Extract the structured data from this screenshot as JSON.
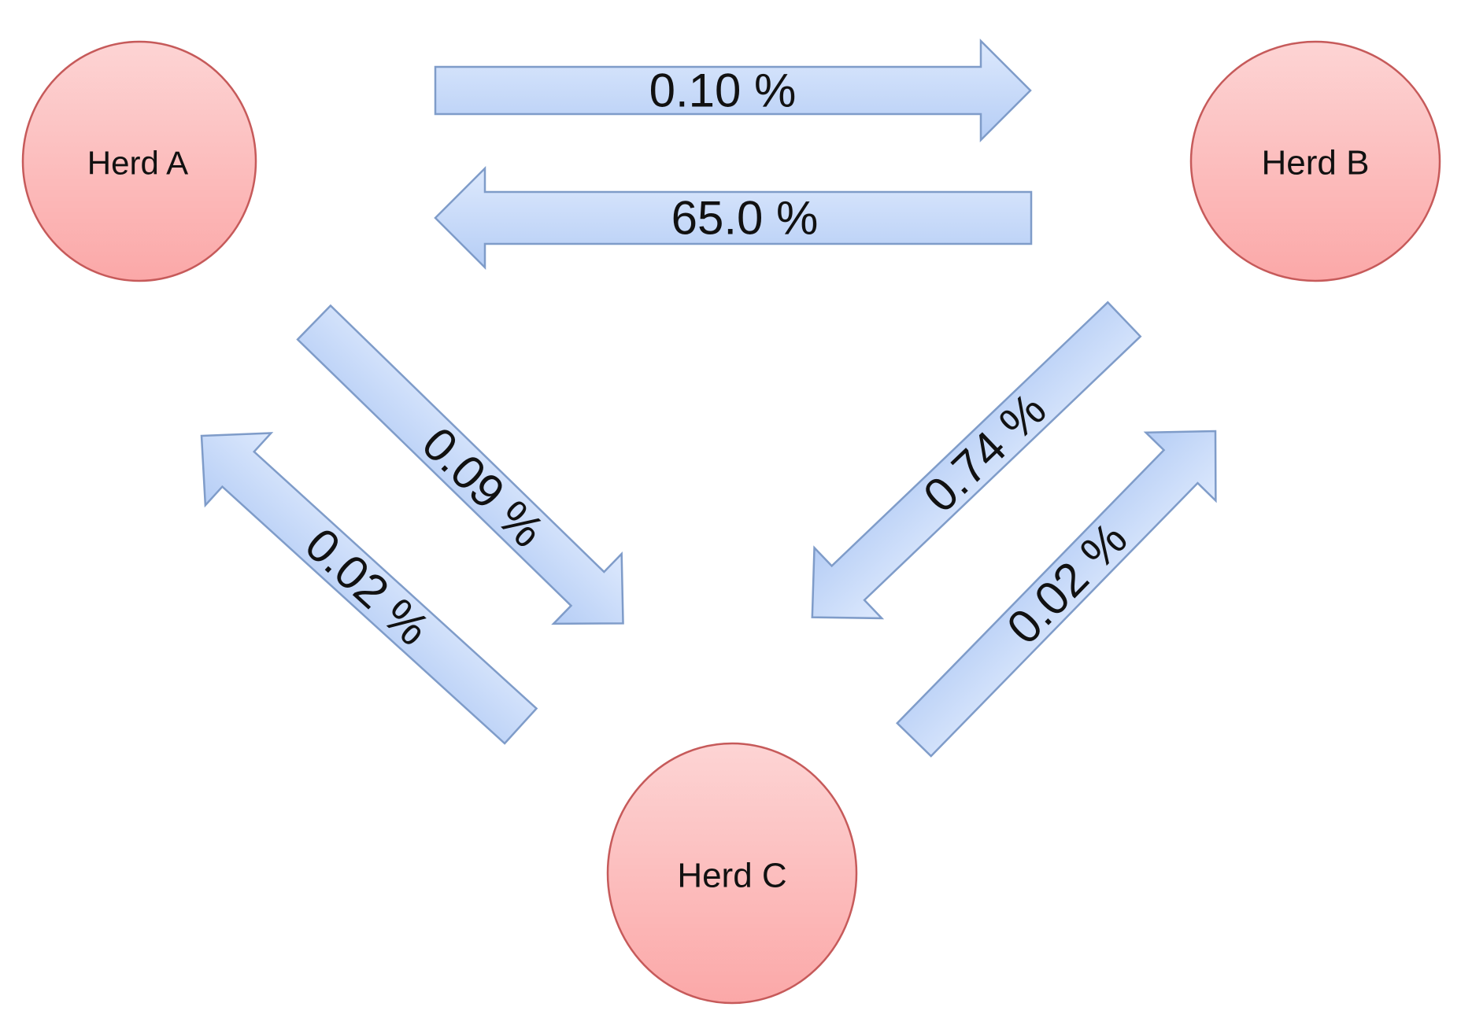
{
  "nodes": {
    "herd_a": {
      "label": "Herd A"
    },
    "herd_b": {
      "label": "Herd B"
    },
    "herd_c": {
      "label": "Herd C"
    }
  },
  "edges": [
    {
      "from": "Herd A",
      "to": "Herd B",
      "label": "0.10 %"
    },
    {
      "from": "Herd B",
      "to": "Herd A",
      "label": "65.0 %"
    },
    {
      "from": "Herd A",
      "to": "Herd C",
      "label": "0.09 %"
    },
    {
      "from": "Herd C",
      "to": "Herd A",
      "label": "0.02 %"
    },
    {
      "from": "Herd B",
      "to": "Herd C",
      "label": "0.74 %"
    },
    {
      "from": "Herd C",
      "to": "Herd B",
      "label": "0.02 %"
    }
  ],
  "colors": {
    "herd_fill_top": "#fdd4d4",
    "herd_fill_bottom": "#fba8a8",
    "herd_stroke": "#c65a5a",
    "arrow_fill_light": "#dde9fd",
    "arrow_fill_dark": "#b5cdf5",
    "arrow_stroke": "#7f9cc9"
  }
}
